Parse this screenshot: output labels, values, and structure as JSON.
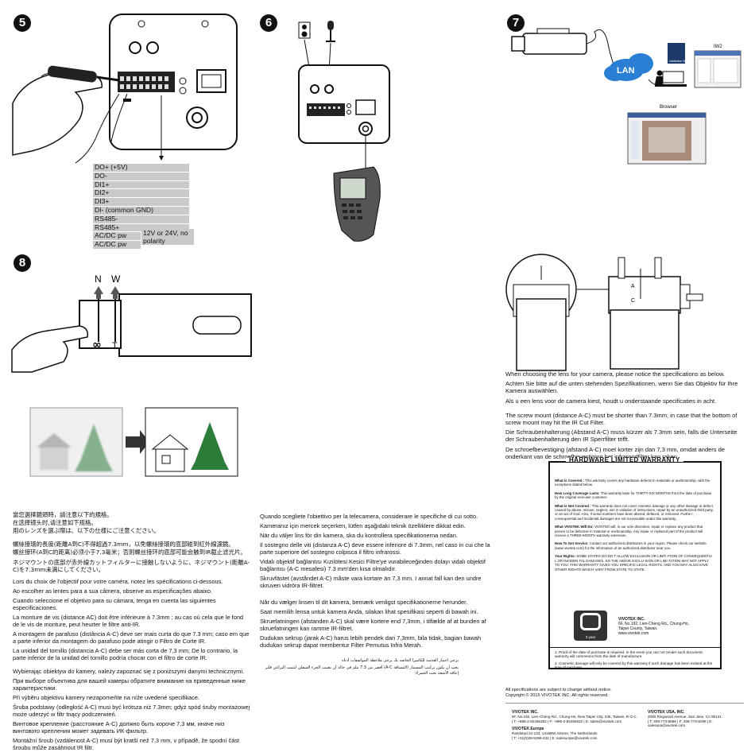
{
  "steps": {
    "s5": "5",
    "s6": "6",
    "s7": "7",
    "s8": "8"
  },
  "pinout": {
    "rows": [
      "DO+ (+5V)",
      "DO-",
      "DI1+",
      "DI2+",
      "DI3+",
      "DI- (common GND)",
      "RS485-",
      "RS485+"
    ],
    "power_rows": [
      "AC/DC pw",
      "AC/DC pw"
    ],
    "power_note": "12V or 24V, no polarity"
  },
  "network": {
    "lan": "LAN",
    "iw2": "IW2",
    "browser": "Browser",
    "wizard": "Installation Wizard 2"
  },
  "focus": {
    "n": "N",
    "w": "W",
    "infinity": "∞",
    "t": "T"
  },
  "lens_labels": {
    "a": "A",
    "c": "C"
  },
  "lens_text": [
    "When choosing the lens for your camera, please notice the specifications as below.",
    "Achten Sie bitte auf die unten stehenden Spezifikationen, wenn Sie das Objektiv für Ihre Kamera auswählen.",
    "Als u een lens voor  de camera kiest, houdt u onderstaande specificaties in acht."
  ],
  "mount_text": [
    "The screw mount (distance A-C) must be shorter than 7.3mm; in case that the bottom of screw mount may hit the IR Cut Filter.",
    "Die Schraubenhalterung (Abstand A-C) muss kürzer als 7.3mm sein, falls die Unterseite der Schraubenhalterung den IR Sperrfilter trifft.",
    "De schroefbevestiging (afstand A-C) moet korter zijn dan 7,3 mm, omdat anders de onderkant van de schroefbevestiging het infraroodfilter kan raken."
  ],
  "col1": [
    "當您選擇鏡頭時，請注意以下的規格。",
    "在选择镜头时,请注意如下规格。",
    "用のレンズを選ぶ際は、以下の仕様にご注意ください。",
    "螺絲接環的長度(距離A到C)不得超過7.3mm，以免螺絲接環的底部碰到紅外線濾鏡。",
    "螺丝接环(A到C的距离)必须小于7.3毫米；否则螺丝接环的底部可能会触到IR截止滤光片。",
    "ネジマウントの底部が赤外線カットフィルターに接触しないように、ネジマウント(距離A-C)を7.3mm未満にしてください。",
    "Lors du choix de l'objectif pour votre caméra, notez les spécifications ci-dessous.",
    "Ao escolher as lentes para a sua câmera, observe as especificações abaixo.",
    "Cuando seleccione el objetivo para su cámara, tenga en cuenta las siguientes especificaciones.",
    "La monture de vis (distance AC) doit être inférieure à 7.3mm ; au cas où cela que le fond de le vis de monture, peut heurter le filtre anti-IR.",
    "A montagem de parafuso (distância A-C) deve ser mais curta do que 7.3 mm; caso em que a parte inferior da montagem do parafuso pode atingir o Filtro de Corte IR.",
    "La unidad del tornillo (distancia A-C) debe ser más corta de 7,3 mm; De lo contrario, la parte inferior de la unidad del tornillo podría chocar con el filtro de corte IR.",
    "Wybierając obiektyw do kamery, należy zapoznać się z poniższymi danymi technicznymi.",
    "При выборе объектива для вашей камеры обратите внимание на приведенные ниже характеристики.",
    "Při výběru objektivu kamery nezapomeňte na níže uvedené specifikace.",
    "Śruba podstawy (odległość A-C) musi być krótsza niż 7.3mm; gdyż spód śruby montażowej może uderzyć w filtr tnący podczerwień.",
    "Винтовое крепление (расстояние A-C) должно быть короче 7,3 мм, иначе низ винтового крепления может задевать ИК-фильтр.",
    "Montážní šroub (vzdálenost A-C) musí být kratší než 7,3 mm, v případě, že spodní část šroubu může zasáhnout IR filtr."
  ],
  "col2": [
    "Quando scegliete l'obiettivo per la  telecamera, considerare le specifiche di cui sotto.",
    "Kameranız için mercek seçerken, lütfen aşağıdaki teknik özelliklere dikkat edin.",
    "När du väljer lins för din kamera, ska du kontrollera specifikationerna nedan.",
    "Il sostegno delle viti (distanza A-C) deve essere inferiore di 7.3mm, nel caso in cui che la parte superiore del sostegno colpisca il filtro infrarossi.",
    "Vidalı objektif bağlantısı Kızılötesi Kesici Filtre'ye vurabileceğinden dolayı vidalı objektif bağlantısı (A-C mesafesi) 7.3 mm'den kısa olmalıdır.",
    "Skruvfästet (avståndet A-C) måste vara kortare än 7,3 mm. I annat fall kan den undre skruven vidröra IR-filtret.",
    "Når du vælger linsen til dit kamera, bemærk venligst specifikationerne herunder.",
    "Saat memilih lensa untuk kamera Anda, silakan lihat spesifikasi seperti di bawah ini.",
    "Skruefatningen (afstanden A-C) skal være kortere end 7,3mm, i tilfælde af at bunden af skruefatningen kan ramme IR-filtret.",
    "Dudukan sekrup (jarak A-C) harus lebih pendek dari 7,3mm, bila tidak, bagian bawah dudukan sekrup dapat membentur Filter Pemutus Infra Merah.",
    "يرجى اختيار العدسة للكاميرا الخاصة بك يرجى ملاحظة المواصفات أدناه",
    "يجب أن يكون تركيب المسمار (المسافة A-C) أقصر من 7.3 ملم في حالة أن يصيب الجزء السفلي لتثبيت البراغي فلتر إعاقة الأشعة تحت الحمراء"
  ],
  "warranty": {
    "title": "HARDWARE LIMITED WARRANTY",
    "paras": [
      {
        "h": "What is Covered :",
        "t": " This warranty covers any hardware defects in materials or workmanship, with the exceptions stated below."
      },
      {
        "h": "How Long Coverage Lasts:",
        "t": " This warranty lasts for THIRTY-SIX MONTHS from the date of purchase by the original end-user customer."
      },
      {
        "h": "What is Not Covered :",
        "t": " This warranty does not cover cosmetic damage or any other damage or defect caused by abuse, misuse, neglect, use in violation of instructions, repair by an unauthorized third party, or an act of God. Also, if serial numbers have been altered, defaced, or removed. Furthe  r, consequential and incidental damages are not recoverable under this warranty."
      },
      {
        "h": "What VIVOTEK Will Do:",
        "t": " VIVOTEK will, in our sole discretion, repair or replace any product that proves to be defective in material or workmanship. Any repair or replaced part of the product will receive a THREE-MONTH warranty extension."
      },
      {
        "h": "How To Get Service:",
        "t": " Contact our authorized distributors in your region. Please check our website (www    vivotek.com) for the information of an authorized distributor near you."
      },
      {
        "h": "Your Rights:",
        "t": " SOME STATES DO NO T ALLOW EXCLUSION OR LIMIT  ATION OF CONSEQUENTIA L OR INCIDEN TAL DAMAGES, SO THE ABOVE EXCLU-SION OR LIMI TATION MAY NOT APPLY TO YOU. THIS WARRANTY GIVES YOU SPECIFIC LEGAL RIGHTS, AND YOU MAY ALSO HAVE OTHER RIGHTS WHICH VARY FROM STATE TO STATE."
      }
    ],
    "company": "VIVOTEK INC.",
    "address": [
      "6F, No.192, Lien-Cheng Rd., Chung-Ho,",
      "Taipei County, Taiwan.",
      "www.vivotek.com"
    ],
    "badge_text": "3 year",
    "notes": [
      "1. Proof of the date of purchase is required. In the event you can not render such document, warranty will commence from the date of manufacture.",
      "2. Cosmetic damage will only be covered by this warranty if such damage has been existed at the time of purchase."
    ]
  },
  "spec_notice": [
    "All specifications are subject to change without notice.",
    "Copyright © 2015 VIVOTEK INC. All rights reserved."
  ],
  "footer": {
    "tw_name": "VIVOTEK INC.",
    "tw_addr": "6F, No.192, Lien-Cheng Rd., Chung-Ho, New Taipei City, 235, Taiwan, R.O.C.",
    "tw_contact": "| T: +886-2-82455282 | F: +886-2-82455532 | E: sales@vivotek.com",
    "us_name": "VIVOTEK USA, INC.",
    "us_addr": "2050 Ringwood Avenue, San Jose, CA 95131",
    "us_contact": "| T: 408-773-8686 | F: 408-773-8298 | E: salesusa@vivotek.com",
    "eu_name": "VIVOTEK Europe",
    "eu_addr": "Randstad 22-133, 1316BW Almere, The Netherlands",
    "eu_contact": "| T: +31(0)36-5298-434 | E: salesurope@vivotek.com"
  },
  "colors": {
    "accent_blue": "#2a7fd4",
    "table_gray": "#c9c9c9",
    "ink": "#111111"
  }
}
